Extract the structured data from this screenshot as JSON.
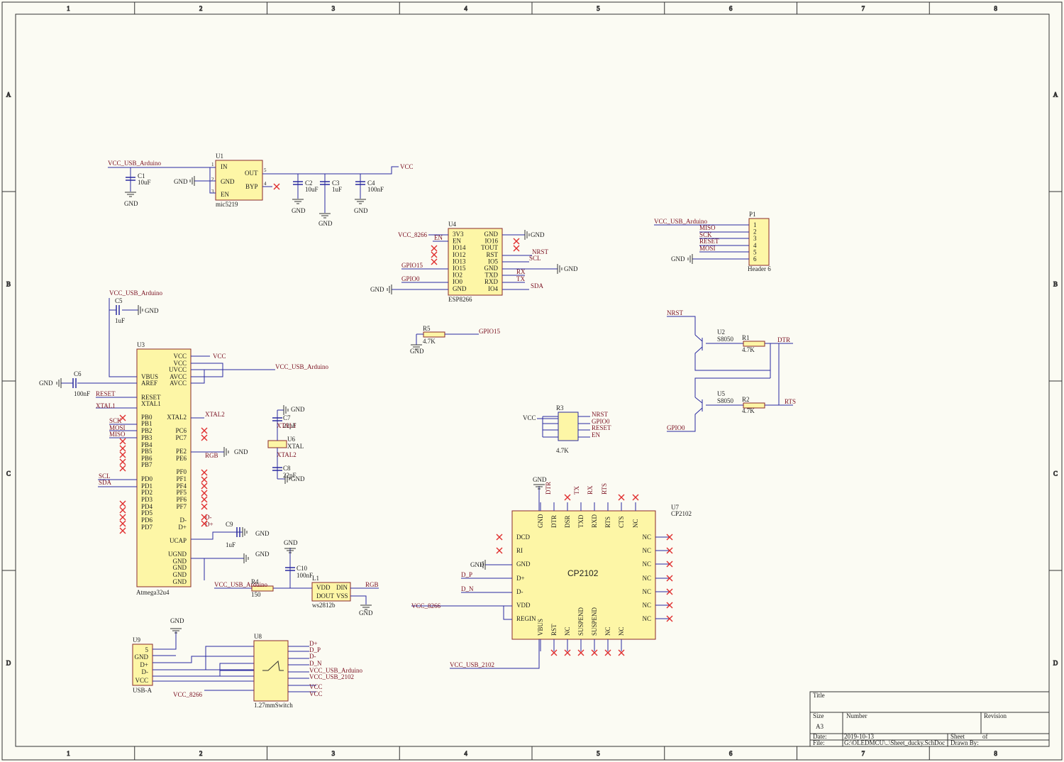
{
  "border": {
    "cols": [
      "1",
      "2",
      "3",
      "4",
      "5",
      "6",
      "7",
      "8"
    ],
    "rows": [
      "A",
      "B",
      "C",
      "D"
    ]
  },
  "colors": {
    "wire": "#2a2aa0",
    "part_fill": "#fdf6a6",
    "part_stroke": "#8a2a2a",
    "net_label": "#7a1020",
    "no_connect": "#e03030"
  },
  "title_block": {
    "title_label": "Title",
    "size_label": "Size",
    "size_value": "A3",
    "number_label": "Number",
    "revision_label": "Revision",
    "date_label": "Date:",
    "date_value": "2019-10-13",
    "sheet_label": "Sheet",
    "of_label": "of",
    "file_label": "File:",
    "file_value": "G:\\OLEDMCU\\..\\Sheet_ducky.SchDoc",
    "drawn_label": "Drawn By:"
  },
  "common": {
    "gnd": "GND",
    "vcc": "VCC",
    "vcc_usb": "VCC_USB_Arduino",
    "vcc_8266": "VCC_8266",
    "vcc_2102": "VCC_USB_2102"
  },
  "u1": {
    "ref": "U1",
    "part": "mic5219",
    "pins_left": [
      "IN",
      "GND",
      "EN"
    ],
    "pins_right": [
      "OUT",
      "BYP"
    ],
    "pin_nums": [
      "1",
      "2",
      "3",
      "5",
      "4"
    ]
  },
  "caps": {
    "c1": [
      "C1",
      "10uF"
    ],
    "c2": [
      "C2",
      "10uF"
    ],
    "c3": [
      "C3",
      "1uF"
    ],
    "c4": [
      "C4",
      "100nF"
    ],
    "c5": [
      "C5",
      "1uF"
    ],
    "c6": [
      "C6",
      "100nF"
    ],
    "c7": [
      "C7",
      "22pF"
    ],
    "c8": [
      "C8",
      "22pF"
    ],
    "c9": [
      "C9",
      "1uF"
    ],
    "c10": [
      "C10",
      "100nF"
    ]
  },
  "u4": {
    "ref": "U4",
    "part": "ESP8266",
    "pins_left": [
      "3V3",
      "EN",
      "IO14",
      "IO12",
      "IO13",
      "IO15",
      "IO2",
      "IO0",
      "GND"
    ],
    "pins_right": [
      "GND",
      "IO16",
      "TOUT",
      "RST",
      "IO5",
      "GND",
      "TXD",
      "RXD",
      "IO4"
    ],
    "nets": {
      "en": "EN",
      "gpio15": "GPIO15",
      "gpio0": "GPIO0",
      "nrst": "NRST",
      "scl": "SCL",
      "rx": "RX",
      "tx": "TX",
      "sda": "SDA"
    }
  },
  "p1": {
    "ref": "P1",
    "part": "Header 6",
    "pins": [
      "1",
      "2",
      "3",
      "4",
      "5",
      "6"
    ],
    "nets": [
      "MISO",
      "SCK",
      "RESET",
      "MOSI"
    ]
  },
  "r5": {
    "ref": "R5",
    "value": "4.7K",
    "net": "GPIO15"
  },
  "q": {
    "u2_ref": "U2",
    "u2_part": "S8050",
    "u5_ref": "U5",
    "u5_part": "S8050",
    "r1": [
      "R1",
      "4.7K"
    ],
    "r2": [
      "R2",
      "4.7K"
    ],
    "nets": {
      "nrst": "NRST",
      "dtr": "DTR",
      "rts": "RTS",
      "gpio0": "GPIO0"
    }
  },
  "u3": {
    "ref": "U3",
    "part": "Atmega32u4",
    "left_pins": [
      "VBUS",
      "AREF",
      "RESET",
      "XTAL1",
      "PB0",
      "PB1",
      "PB2",
      "PB3",
      "PB4",
      "PB5",
      "PB6",
      "PB7",
      "PD0",
      "PD1",
      "PD2",
      "PD3",
      "PD4",
      "PD5",
      "PD6",
      "PD7"
    ],
    "right_top": [
      "VCC",
      "VCC",
      "UVCC",
      "AVCC",
      "AVCC"
    ],
    "right_mid": [
      "XTAL2",
      "PC6",
      "PC7",
      "PE2",
      "PE6",
      "PF0",
      "PF1",
      "PF4",
      "PF5",
      "PF6",
      "PF7",
      "D-",
      "D+",
      "UCAP"
    ],
    "right_bot": [
      "UGND",
      "GND",
      "GND",
      "GND",
      "GND"
    ],
    "nets": {
      "reset": "RESET",
      "xtal1": "XTAL1",
      "sck": "SCK",
      "mosi": "MOSI",
      "miso": "MISO",
      "scl": "SCL",
      "sda": "SDA",
      "xtal2": "XTAL2",
      "rgb": "RGB",
      "dm": "D-",
      "dp": "D+"
    }
  },
  "u6": {
    "ref": "U6",
    "part": "XTAL",
    "net1": "XTAL1",
    "net2": "XTAL2"
  },
  "r3": {
    "ref": "R3",
    "value": "4.7K",
    "nets": [
      "NRST",
      "GPIO0",
      "RESET",
      "EN"
    ]
  },
  "r4": {
    "ref": "R4",
    "value": "150"
  },
  "l1": {
    "ref": "L1",
    "part": "ws2812b",
    "pins": [
      "VDD",
      "DIN",
      "DOUT",
      "VSS"
    ],
    "net": "RGB"
  },
  "u7": {
    "ref": "U7",
    "part": "CP2102",
    "name": "CP2102",
    "top_pins": [
      "GND",
      "DTR",
      "DSR",
      "TXD",
      "RXD",
      "RTS",
      "CTS",
      "NC"
    ],
    "left_pins": [
      "DCD",
      "RI",
      "GND",
      "D+",
      "D-",
      "VDD",
      "REGIN"
    ],
    "right_pins": [
      "NC",
      "NC",
      "NC",
      "NC",
      "NC",
      "NC",
      "NC"
    ],
    "bottom_pins": [
      "VBUS",
      "RST",
      "NC",
      "SUSPEND",
      "SUSPEND",
      "NC",
      "NC"
    ],
    "nets": {
      "dtr": "DTR",
      "tx": "TX",
      "rx": "RX",
      "rts": "RTS",
      "dp": "D_P",
      "dn": "D_N"
    }
  },
  "u9": {
    "ref": "U9",
    "part": "USB-A",
    "pins": [
      "5",
      "GND",
      "D+",
      "D-",
      "VCC"
    ]
  },
  "u8": {
    "ref": "U8",
    "part": "1.27mmSwitch",
    "right_nets": [
      "D+",
      "D_P",
      "D-",
      "D_N",
      "VCC_USB_Arduino",
      "VCC_USB_2102",
      "VCC",
      "VCC"
    ]
  }
}
